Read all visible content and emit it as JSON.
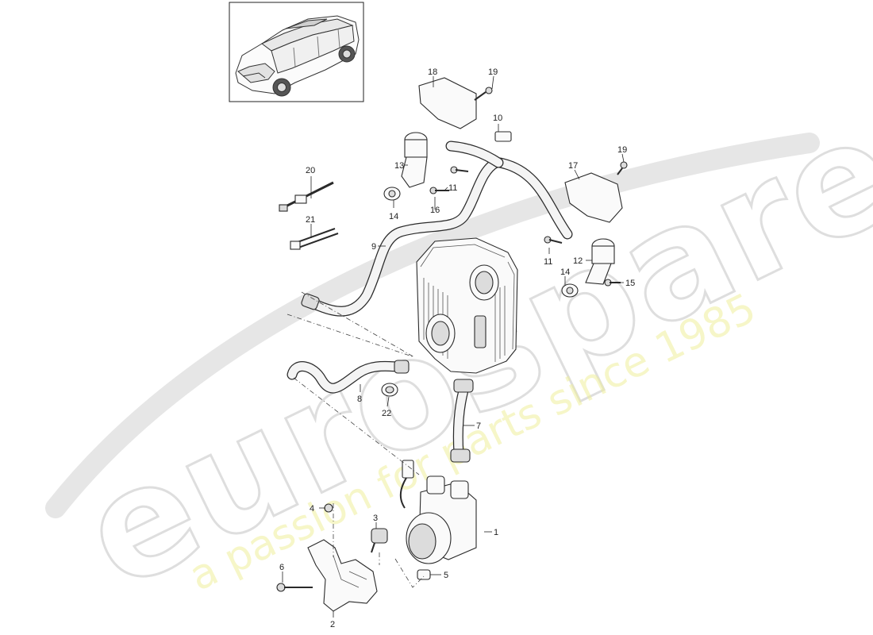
{
  "watermark": {
    "brand": "eurospares",
    "tagline": "a passion for parts since 1985"
  },
  "thumbnail": {
    "icon": "suv-vehicle-icon"
  },
  "callouts": [
    {
      "key": "c1",
      "label": "1",
      "part": "secondary-air-pump"
    },
    {
      "key": "c2",
      "label": "2",
      "part": "pump-bracket"
    },
    {
      "key": "c3",
      "label": "3",
      "part": "rubber-mount"
    },
    {
      "key": "c4",
      "label": "4",
      "part": "nut"
    },
    {
      "key": "c5",
      "label": "5",
      "part": "hose-clip"
    },
    {
      "key": "c6",
      "label": "6",
      "part": "bolt"
    },
    {
      "key": "c7",
      "label": "7",
      "part": "intake-hose"
    },
    {
      "key": "c8",
      "label": "8",
      "part": "connecting-hose"
    },
    {
      "key": "c9",
      "label": "9",
      "part": "pressure-hose"
    },
    {
      "key": "c10",
      "label": "10",
      "part": "sensor"
    },
    {
      "key": "c11a",
      "label": "11",
      "part": "bolt-left"
    },
    {
      "key": "c11b",
      "label": "11",
      "part": "bolt-right"
    },
    {
      "key": "c12",
      "label": "12",
      "part": "combination-valve-right"
    },
    {
      "key": "c13",
      "label": "13",
      "part": "combination-valve-left"
    },
    {
      "key": "c14a",
      "label": "14",
      "part": "gasket-left"
    },
    {
      "key": "c14b",
      "label": "14",
      "part": "gasket-right"
    },
    {
      "key": "c15",
      "label": "15",
      "part": "bolt"
    },
    {
      "key": "c16",
      "label": "16",
      "part": "bolt"
    },
    {
      "key": "c17",
      "label": "17",
      "part": "heat-shield-right"
    },
    {
      "key": "c18",
      "label": "18",
      "part": "heat-shield-left"
    },
    {
      "key": "c19a",
      "label": "19",
      "part": "screw-left"
    },
    {
      "key": "c19b",
      "label": "19",
      "part": "screw-right"
    },
    {
      "key": "c20",
      "label": "20",
      "part": "cable-tie-holder"
    },
    {
      "key": "c21",
      "label": "21",
      "part": "cable-ties"
    },
    {
      "key": "c22",
      "label": "22",
      "part": "hose-clamp"
    }
  ],
  "colors": {
    "line": "#2a2a2a",
    "watermark_outline": "#dedede",
    "watermark_tagline": "#eeee9a"
  }
}
